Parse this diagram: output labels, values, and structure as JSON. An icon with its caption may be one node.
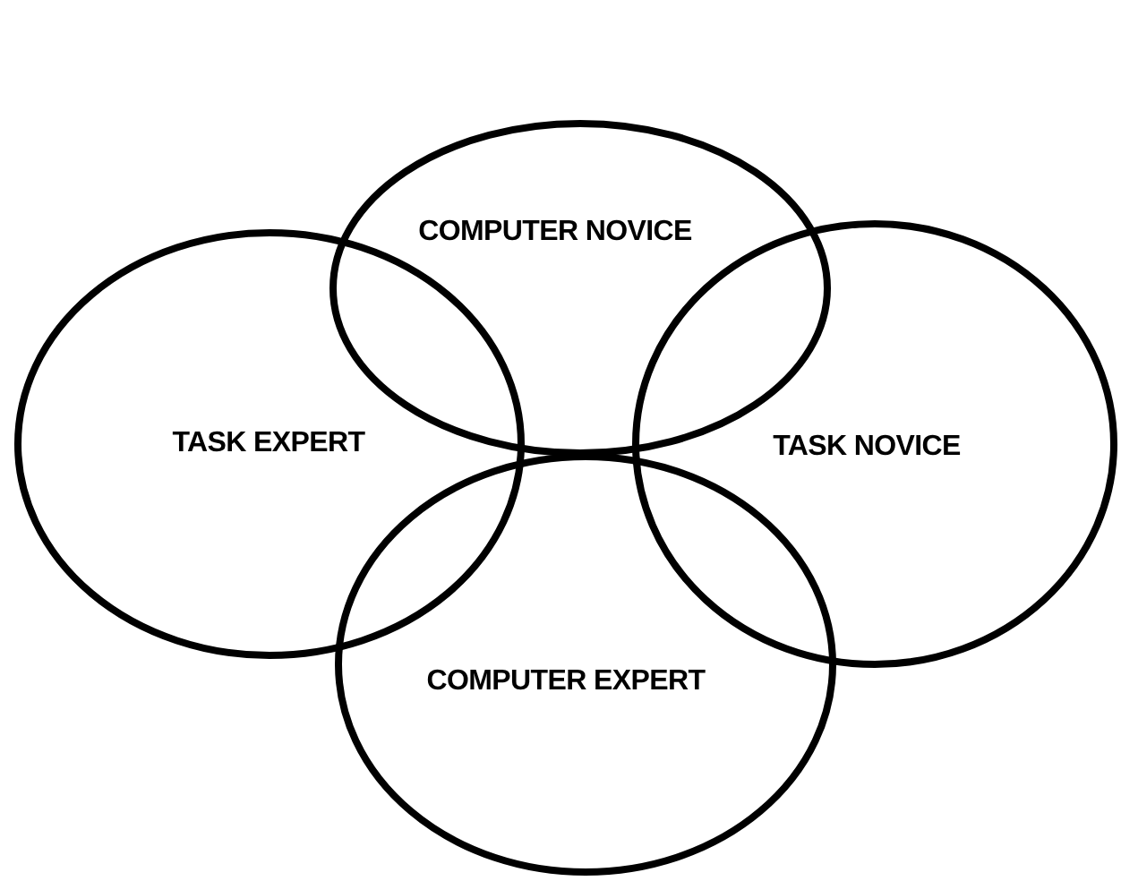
{
  "diagram": {
    "nodes": [
      {
        "text": [
          "COMPUTER NOVICE"
        ]
      },
      {
        "text": [
          "TASK EXPERT"
        ]
      },
      {
        "text": [
          "TASK NOVICE"
        ]
      },
      {
        "text": [
          "COMPUTER EXPERT"
        ]
      }
    ]
  }
}
